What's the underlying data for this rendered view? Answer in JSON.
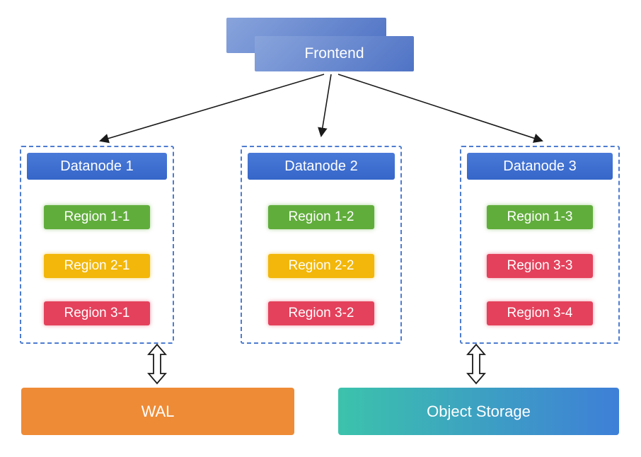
{
  "frontend": {
    "label": "Frontend"
  },
  "datanodes": [
    {
      "label": "Datanode 1",
      "regions": [
        {
          "label": "Region 1-1",
          "color": "green"
        },
        {
          "label": "Region 2-1",
          "color": "yellow"
        },
        {
          "label": "Region 3-1",
          "color": "red"
        }
      ]
    },
    {
      "label": "Datanode 2",
      "regions": [
        {
          "label": "Region 1-2",
          "color": "green"
        },
        {
          "label": "Region 2-2",
          "color": "yellow"
        },
        {
          "label": "Region 3-2",
          "color": "red"
        }
      ]
    },
    {
      "label": "Datanode 3",
      "regions": [
        {
          "label": "Region 1-3",
          "color": "green"
        },
        {
          "label": "Region 3-3",
          "color": "red"
        },
        {
          "label": "Region 3-4",
          "color": "red"
        }
      ]
    }
  ],
  "storage": {
    "wal_label": "WAL",
    "object_storage_label": "Object Storage"
  },
  "colors": {
    "frontend_light": "#89a4dc",
    "frontend_dark": "#4f73c5",
    "datanode_header_top": "#4a7ad8",
    "datanode_header_bottom": "#3566c9",
    "dashed_border": "#4d7cd1",
    "region_green": "#61ad3c",
    "region_yellow": "#f2b70a",
    "region_red": "#e4415c",
    "wal_orange": "#ee8b36",
    "object_storage_teal": "#3cc3ac",
    "object_storage_blue": "#3e7fd8",
    "arrow_black": "#1a1a1a"
  }
}
